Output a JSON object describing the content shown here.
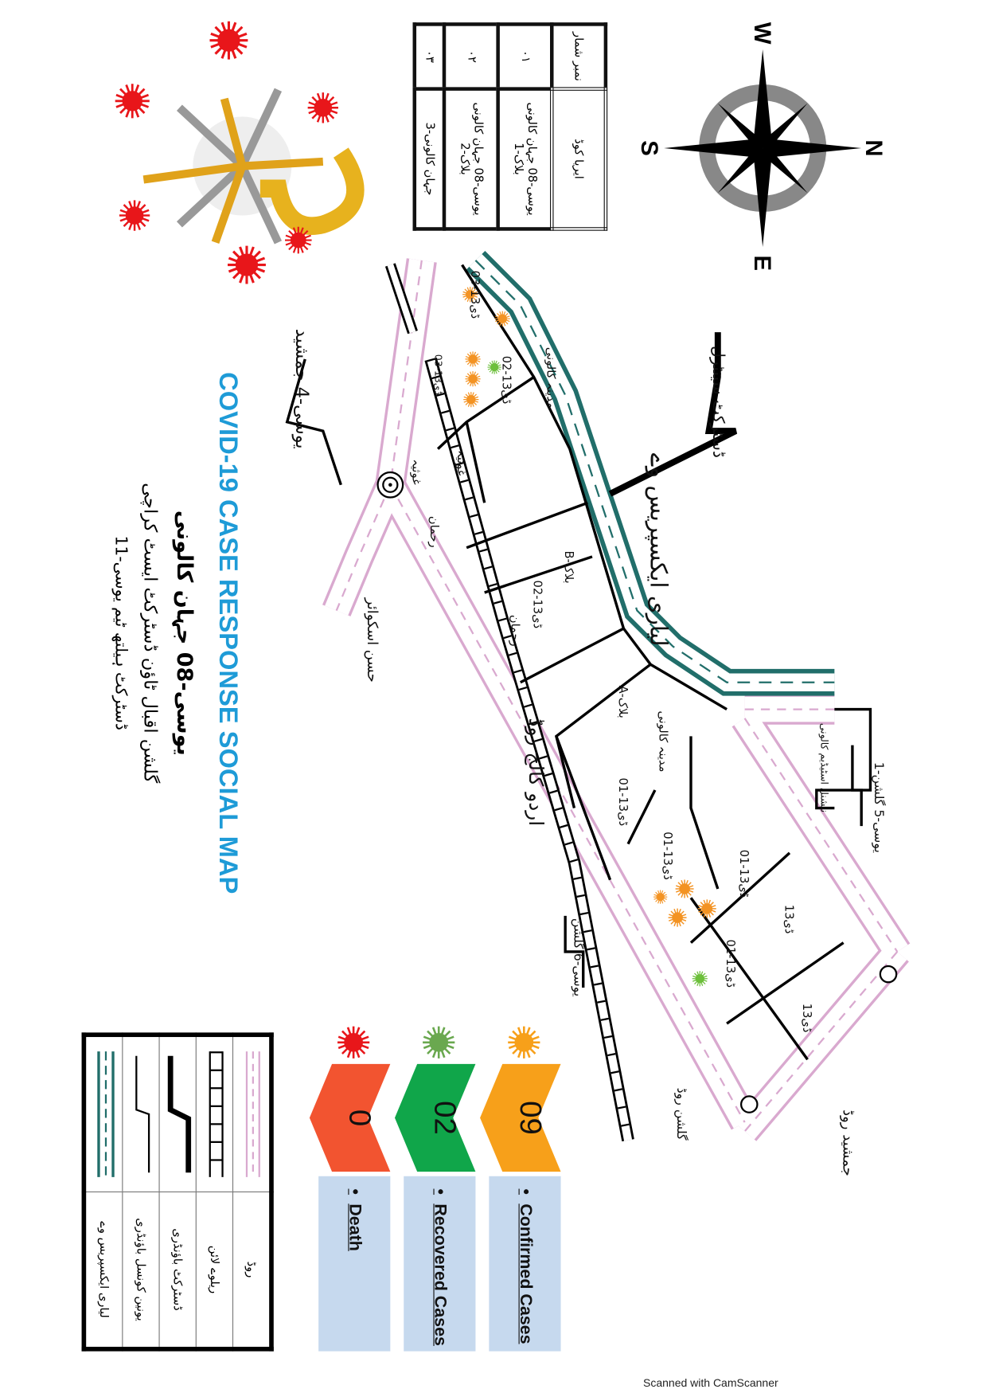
{
  "title": "COVID-19 CASE RESPONSE SOCIAL MAP",
  "subtitle_lines": [
    "یوسی-08 جہان کالونی",
    "گلشن اقبال ٹاؤن ڈسٹرکٹ ایسٹ کراچی",
    "ڈسٹرکٹ ہیلتھ ٹیم یوسی-11"
  ],
  "compass": {
    "n": "N",
    "s": "S",
    "e": "E",
    "w": "W"
  },
  "area_table": {
    "headers": [
      "نمبر شمار",
      "ایریا کوڈ"
    ],
    "rows": [
      {
        "no": "۰۱",
        "name": "یوسی-08 جہان کالونی بلاک-1"
      },
      {
        "no": "۰۲",
        "name": "یوسی-08 جہان کالونی بلاک-2"
      },
      {
        "no": "۰۳",
        "name": "جہان کالونی-3"
      }
    ]
  },
  "stats": [
    {
      "label": "Confirmed Cases",
      "value": "09",
      "color": "#f7a01a"
    },
    {
      "label": "Recovered Cases",
      "value": "02",
      "color": "#10a64a"
    },
    {
      "label": "Death",
      "value": "0",
      "color": "#f25430"
    }
  ],
  "legend": {
    "items": [
      {
        "label": "روڈ"
      },
      {
        "label": "ریلوے لائن"
      },
      {
        "label": "ڈسٹرکٹ باؤنڈری"
      },
      {
        "label": "یونین کونسل باؤنڈری"
      },
      {
        "label": "لیاری ایکسپریس وے"
      }
    ]
  },
  "map_labels": {
    "d13_03_a": "ڈی13-03",
    "d13_03_b": "ڈی13-03",
    "d13_02_a": "ڈی13-02",
    "d13_02_b": "ڈی13-02",
    "madina_1": "مدینہ کالونی",
    "madina_2": "مدینہ کالونی",
    "block_b": "بلاک-B",
    "block_a": "بلاک-A",
    "d13_01_a": "ڈی13-01",
    "d13_01_b": "ڈی13-01",
    "d13_01_c": "ڈی13-01",
    "d13_01_d": "ڈی13-01",
    "d13_a": "ڈی13",
    "d13_b": "ڈی13",
    "lyari": "لیاری ایکسپریس وے",
    "district_central": "ڈسٹرکٹ سینٹرل",
    "uc4": "یوسی-4 جمشید",
    "hasan_square": "حسن اسکوائر",
    "urdu_college_road": "اردو کالج روڈ",
    "uc5": "یوسی-5 گلشن-1",
    "uc6": "یوسی-6 گلشن",
    "jamshed_road": "جمشید روڈ",
    "gulshan_road": "گلشن روڈ",
    "stadium_colony": "نیشنل اسٹیڈیم کالونی",
    "ghosia_1": "غوثیہ",
    "ghosia_2": "غوثیہ",
    "rahman": "رحمان"
  },
  "footer": "Scanned with CamScanner"
}
